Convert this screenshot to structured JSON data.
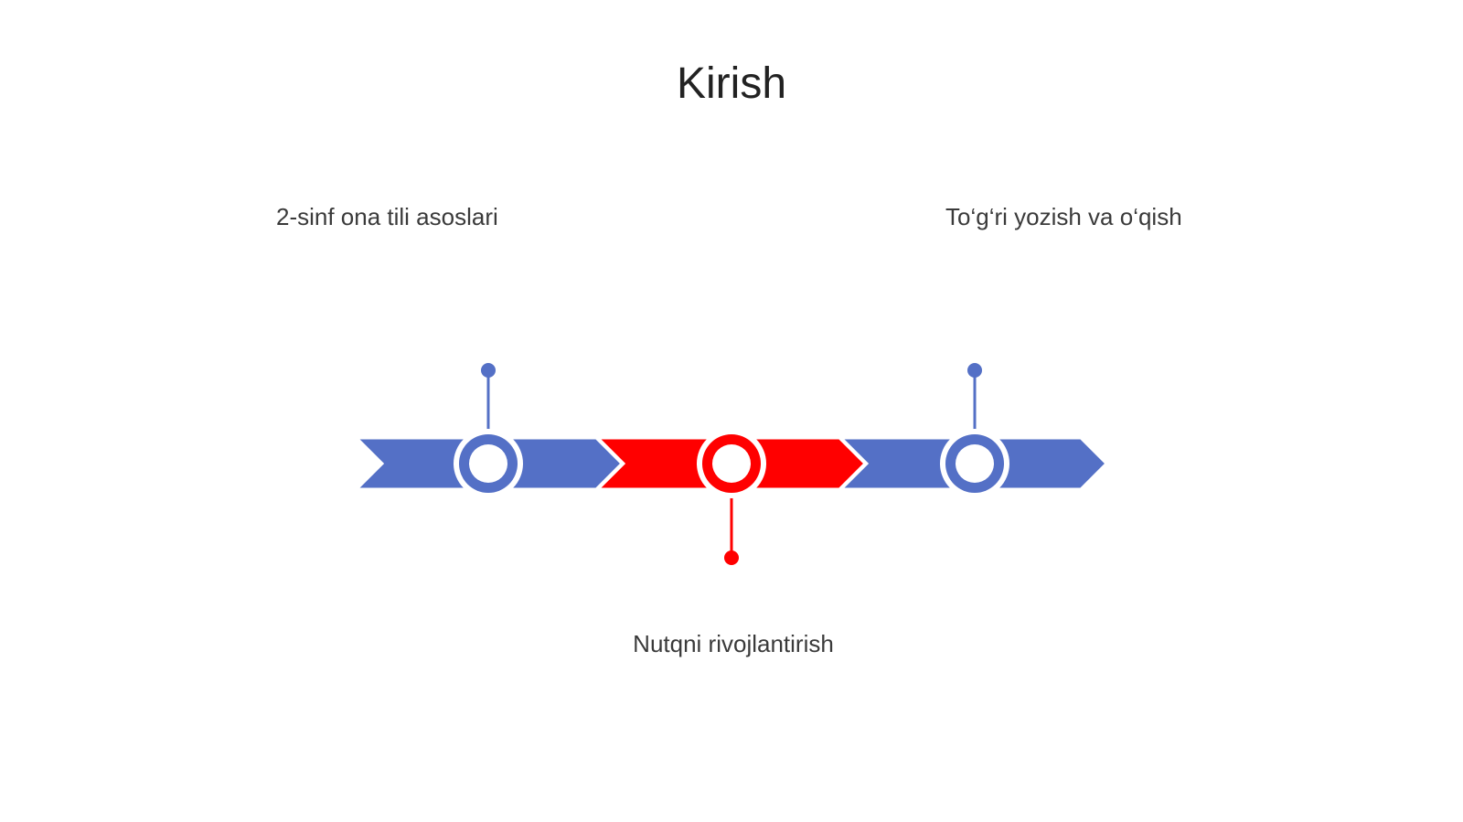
{
  "slide": {
    "title": "Kirish"
  },
  "timeline": {
    "colors": {
      "blue": "#5470c6",
      "red": "#ff0000",
      "white": "#ffffff"
    },
    "milestones": [
      {
        "label": "2-sinf ona tili asoslari",
        "color": "#5470c6",
        "position": "above"
      },
      {
        "label": "Nutqni rivojlantirish",
        "color": "#ff0000",
        "position": "below"
      },
      {
        "label": "To‘g‘ri yozish va o‘qish",
        "color": "#5470c6",
        "position": "above"
      }
    ]
  }
}
